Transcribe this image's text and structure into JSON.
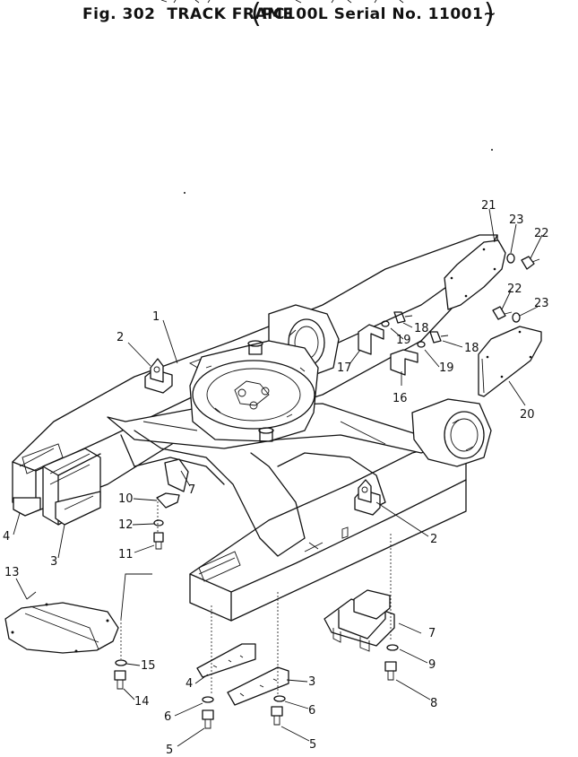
{
  "header": {
    "figure_label": "Fig. 302",
    "title": "TRACK FRAME",
    "serial_text": "PC100L Serial No. 11001~"
  },
  "callouts": [
    "1",
    "2",
    "2",
    "3",
    "3",
    "4",
    "4",
    "5",
    "5",
    "6",
    "6",
    "7",
    "7",
    "8",
    "9",
    "10",
    "11",
    "12",
    "13",
    "14",
    "15",
    "16",
    "17",
    "18",
    "18",
    "19",
    "19",
    "20",
    "21",
    "22",
    "22",
    "23",
    "23"
  ]
}
